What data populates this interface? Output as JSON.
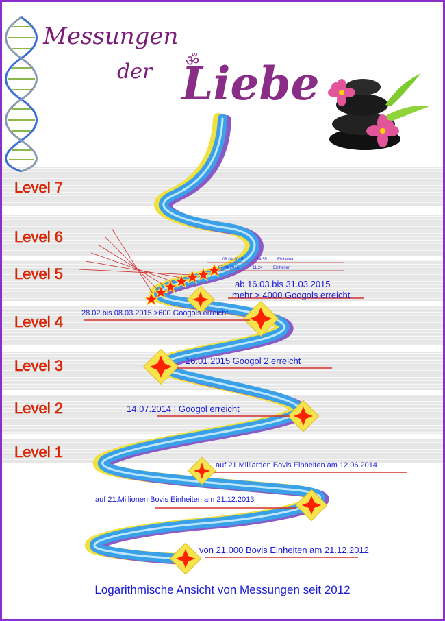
{
  "header": {
    "title_line1": "Messungen",
    "title_line2": "der",
    "title_main": "Liebe",
    "om_symbol": "ॐ"
  },
  "levels": [
    {
      "label": "Level 7"
    },
    {
      "label": "Level 6"
    },
    {
      "label": "Level 5"
    },
    {
      "label": "Level 4"
    },
    {
      "label": "Level 3"
    },
    {
      "label": "Level 2"
    },
    {
      "label": "Level 1"
    }
  ],
  "milestones": {
    "m1": "von 21.000 Bovis Einheiten am 21.12.2012",
    "m2": "auf 21.Millionen Bovis Einheiten am 21.12.2013",
    "m3": "auf 21.Milliarden  Bovis Einheiten am 12.06.2014",
    "m4": "14.07.2014 ! Googol erreicht",
    "m5": "16.01.2015 Googol 2 erreicht",
    "m6": "28.02.bis 08.03.2015 >600 Googols erreicht",
    "m7a": "ab 16.03.bis 31.03.2015",
    "m7b": "mehr > 4000 Googols erreicht"
  },
  "small_notes": {
    "n1": "08.04.2015",
    "n2": "14.55",
    "n3": "Einheiten",
    "n4": "07.04.2015",
    "n5": "11.24",
    "n6": "Einheiten"
  },
  "footer": {
    "text": "Logarithmische Ansicht von Messungen seit 2012"
  },
  "colors": {
    "frame": "#8a2fc9",
    "level_text": "#ff2200",
    "annotation_text": "#1a1ad8",
    "underline": "#d43030",
    "title": "#7a1d78",
    "spiral_blue": "#3aa0e8",
    "spiral_yellow": "#f0e040",
    "spiral_purple": "#8a5ac8",
    "marker_fill": "#ff2200",
    "marker_back": "#f7e34b"
  }
}
